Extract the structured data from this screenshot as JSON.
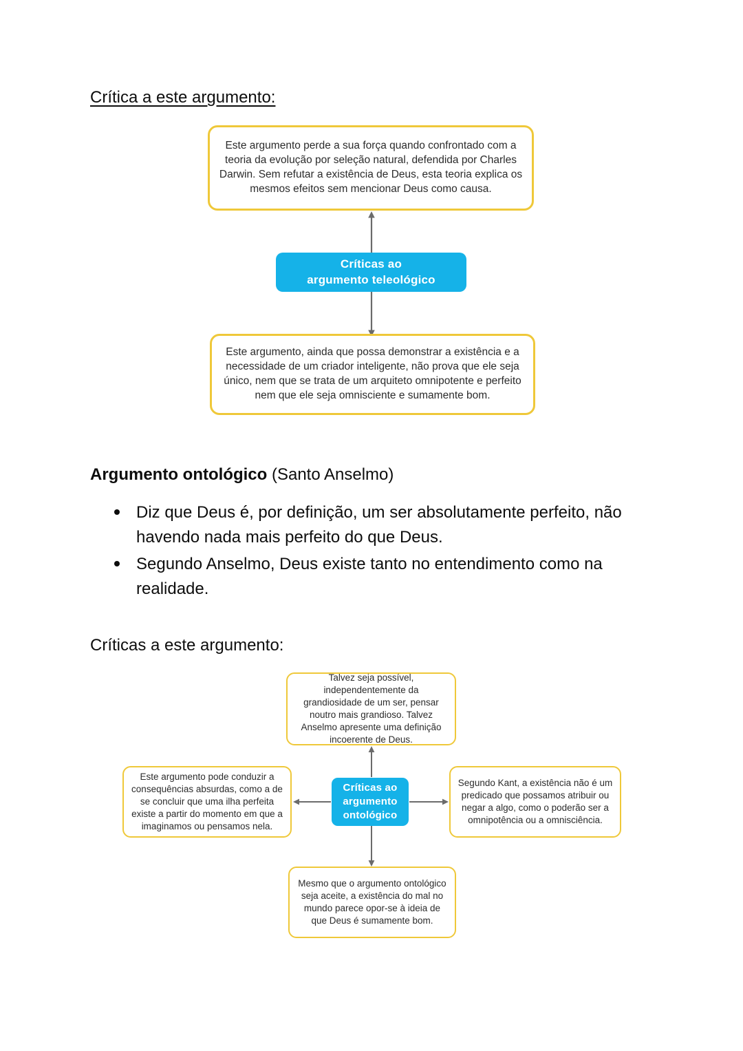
{
  "page": {
    "background": "#ffffff",
    "text_color": "#0d0d0d"
  },
  "colors": {
    "node_border_yellow": "#efc839",
    "node_fill_white": "#ffffff",
    "center_node_blue": "#15b2e8",
    "center_node_text": "#ffffff",
    "connector_gray": "#6b6b6b",
    "body_text": "#0d0d0d",
    "diagram_text": "#2b2b2b"
  },
  "content": {
    "heading_criticism_1": "Crítica a este argumento:",
    "section_title_bold": "Argumento ontológico",
    "section_title_rest": " (Santo Anselmo)",
    "bullets": [
      "Diz que Deus é, por definição, um ser absolutamente perfeito, não havendo nada mais perfeito do que Deus.",
      "Segundo Anselmo, Deus existe tanto no entendimento como na realidade."
    ],
    "heading_criticism_2": "Críticas a este argumento:"
  },
  "diagram_teleologico": {
    "center": "Críticas ao\nargumento teleológico",
    "center_line1": "Críticas ao",
    "center_line2": "argumento teleológico",
    "top_node": "Este argumento perde a sua força quando confrontado com a teoria da evolução por seleção natural, defendida por Charles Darwin. Sem refutar a existência de Deus, esta teoria explica os mesmos efeitos sem mencionar Deus como causa.",
    "bottom_node": "Este argumento, ainda que possa demonstrar a existência e a necessidade de um criador inteligente, não prova que ele seja único, nem que se trata de um arquiteto omnipotente e perfeito nem que ele seja omnisciente e sumamente bom.",
    "arrows": [
      {
        "name": "arrow-center-to-top",
        "direction": "up"
      },
      {
        "name": "arrow-center-to-bottom",
        "direction": "down"
      }
    ]
  },
  "diagram_ontologico": {
    "center_line1": "Críticas ao",
    "center_line2": "argumento",
    "center_line3": "ontológico",
    "top_node": "Talvez seja possível, independentemente da grandiosidade de um ser, pensar noutro mais grandioso. Talvez Anselmo apresente uma definição incoerente de Deus.",
    "left_node": "Este argumento pode conduzir a consequências absurdas, como a de se concluir que uma ilha perfeita existe a partir do momento em que a imaginamos ou pensamos nela.",
    "right_node": "Segundo Kant, a existência não é um predicado que possamos atribuir ou negar a algo, como o poderão ser a omnipotência ou a omnisciência.",
    "bottom_node": "Mesmo que o argumento ontológico seja aceite, a existência do mal no mundo parece opor-se à ideia de que Deus é sumamente bom.",
    "arrows": [
      {
        "name": "arrow-center-to-top",
        "direction": "up"
      },
      {
        "name": "arrow-center-to-left",
        "direction": "left"
      },
      {
        "name": "arrow-center-to-right",
        "direction": "right"
      },
      {
        "name": "arrow-center-to-bottom",
        "direction": "down"
      }
    ]
  }
}
